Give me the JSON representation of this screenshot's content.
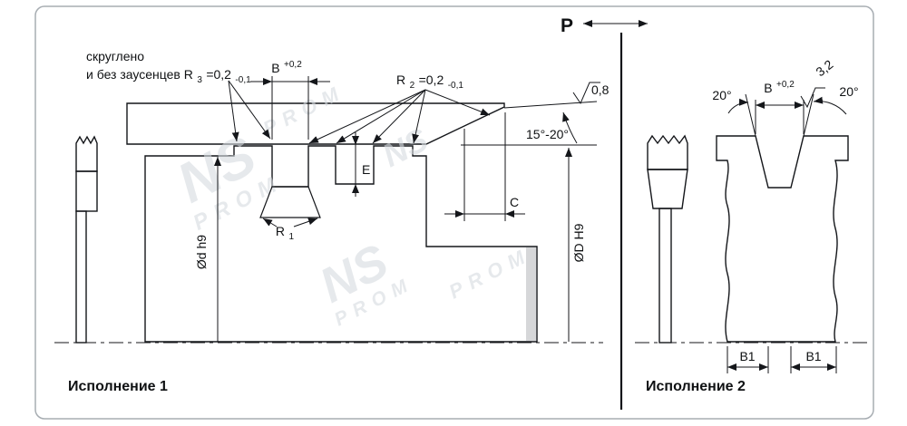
{
  "p_label": "P",
  "version1": {
    "caption": "Исполнение 1",
    "note": {
      "line1": "скруглено",
      "line2": "и без заусенцев R",
      "r_sub": "3",
      "r_val": "=0,2",
      "r_tol": "-0,1"
    },
    "dim_b": {
      "base": "B",
      "sup": "+0,2"
    },
    "r2": {
      "base": "R",
      "sub": "2",
      "val": "=0,2",
      "tol": "-0,1"
    },
    "r1": {
      "base": "R",
      "sub": "1"
    },
    "e": "E",
    "c": "C",
    "angle": "15°-20°",
    "roughness": "0,8",
    "d_small": "Ød h9",
    "d_big": "ØD H9"
  },
  "version2": {
    "caption": "Исполнение 2",
    "dim_b": {
      "base": "B",
      "sup": "+0,2"
    },
    "angle_left": "20°",
    "angle_right": "20°",
    "roughness": "3,2",
    "b1_left": "B1",
    "b1_right": "B1"
  },
  "watermark": {
    "ns": "NS",
    "prom": "PROM"
  }
}
